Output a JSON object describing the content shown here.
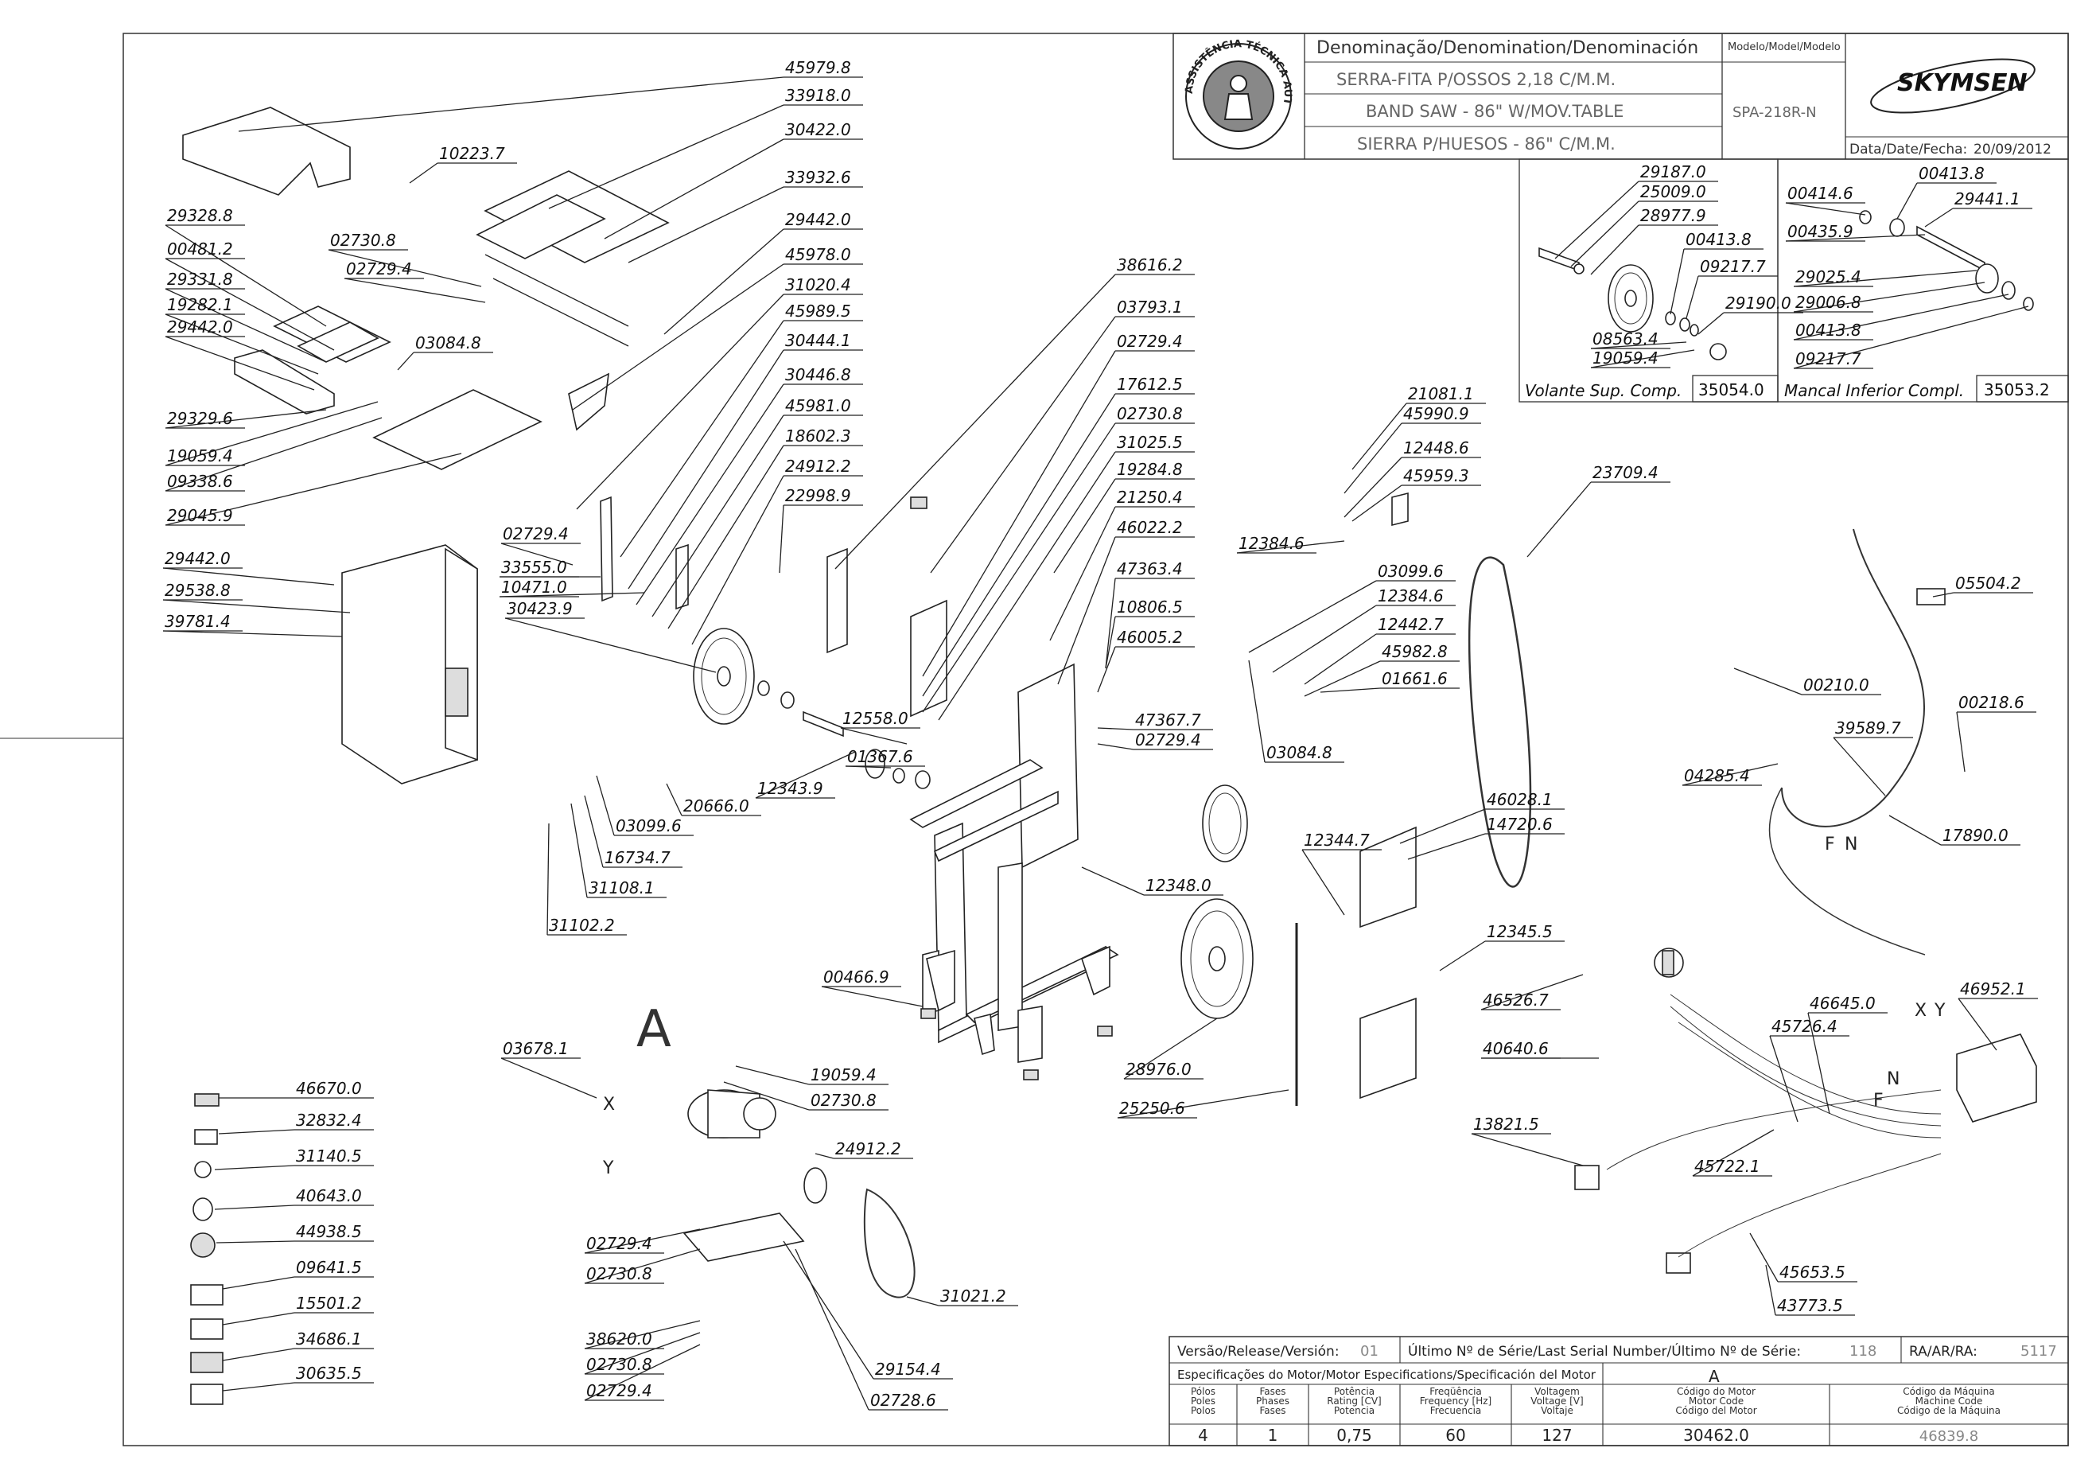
{
  "title_block": {
    "denomination_header": "Denominação/Denomination/Denominación",
    "model_header": "Modelo/Model/Modelo",
    "name_pt": "SERRA-FITA P/OSSOS 2,18 C/M.M.",
    "name_en": "BAND SAW - 86\" W/MOV.TABLE",
    "name_es": "SIERRA P/HUESOS - 86\" C/M.M.",
    "model": "SPA-218R-N",
    "brand": "SKYMSEN",
    "date_label": "Data/Date/Fecha:",
    "date": "20/09/2012",
    "stamp_text": "ASSISTÊNCIA TÉCNICA AUTORIZADA"
  },
  "assemblies": {
    "upper_flywheel_label": "Volante Sup. Comp.",
    "upper_flywheel_code": "35054.0",
    "lower_bearing_label": "Mancal Inferior Compl.",
    "lower_bearing_code": "35053.2"
  },
  "motor_marker": "A",
  "wire_labels": {
    "x": "X",
    "y": "Y",
    "f": "F",
    "n": "N"
  },
  "part_numbers": [
    "45979.8",
    "33918.0",
    "30422.0",
    "33932.6",
    "29442.0",
    "45978.0",
    "31020.4",
    "45989.5",
    "30444.1",
    "30446.8",
    "45981.0",
    "18602.3",
    "24912.2",
    "22998.9",
    "10223.7",
    "29328.8",
    "00481.2",
    "29331.8",
    "19282.1",
    "29442.0",
    "29329.6",
    "02730.8",
    "02729.4",
    "03084.8",
    "19059.4",
    "09338.6",
    "29045.9",
    "29442.0",
    "29538.8",
    "39781.4",
    "02729.4",
    "33555.0",
    "10471.0",
    "30423.9",
    "12558.0",
    "01367.6",
    "12343.9",
    "20666.0",
    "03099.6",
    "16734.7",
    "31108.1",
    "31102.2",
    "38616.2",
    "03793.1",
    "02729.4",
    "17612.5",
    "02730.8",
    "31025.5",
    "19284.8",
    "21250.4",
    "46022.2",
    "47363.4",
    "10806.5",
    "46005.2",
    "47367.7",
    "02729.4",
    "12344.7",
    "12348.0",
    "00466.9",
    "28976.0",
    "25250.6",
    "21081.1",
    "45990.9",
    "12448.6",
    "45959.3",
    "12384.6",
    "03099.6",
    "12384.6",
    "12442.7",
    "45982.8",
    "01661.6",
    "03084.8",
    "23709.4",
    "46028.1",
    "14720.6",
    "12345.5",
    "46526.7",
    "40640.6",
    "13821.5",
    "46645.0",
    "45726.4",
    "46952.1",
    "45722.1",
    "45653.5",
    "43773.5",
    "05504.2",
    "00210.0",
    "00218.6",
    "39589.7",
    "04285.4",
    "17890.0",
    "03678.1",
    "19059.4",
    "02730.8",
    "24912.2",
    "02729.4",
    "02730.8",
    "31021.2",
    "38620.0",
    "02730.8",
    "02729.4",
    "29154.4",
    "02728.6",
    "46670.0",
    "32832.4",
    "31140.5",
    "40643.0",
    "44938.5",
    "09641.5",
    "15501.2",
    "34686.1",
    "30635.5",
    "29187.0",
    "25009.0",
    "28977.9",
    "00413.8",
    "09217.7",
    "29190.0",
    "08563.4",
    "19059.4",
    "00414.6",
    "00413.8",
    "29441.1",
    "00435.9",
    "29025.4",
    "29006.8",
    "00413.8",
    "09217.7"
  ],
  "release_row": {
    "version_label": "Versão/Release/Versión:",
    "version": "01",
    "serial_label": "Último Nº de Série/Last Serial Number/Último Nº de Série:",
    "serial": "118",
    "ra_label": "RA/AR/RA:",
    "ra": "5117"
  },
  "motor_spec": {
    "header": "Especificações do Motor/Motor Especifications/Specificación del Motor",
    "code_letter": "A",
    "columns": [
      [
        "Pólos",
        "Poles",
        "Polos"
      ],
      [
        "Fases",
        "Phases",
        "Fases"
      ],
      [
        "Potência",
        "Rating [CV]",
        "Potencia"
      ],
      [
        "Freqüência",
        "Frequency [Hz]",
        "Frecuencia"
      ],
      [
        "Voltagem",
        "Voltage [V]",
        "Voltaje"
      ],
      [
        "Código do Motor",
        "Motor Code",
        "Código del Motor"
      ],
      [
        "Código da Máquina",
        "Machine Code",
        "Código de la Máquina"
      ]
    ],
    "values": [
      "4",
      "1",
      "0,75",
      "60",
      "127",
      "30462.0",
      "46839.8"
    ]
  }
}
